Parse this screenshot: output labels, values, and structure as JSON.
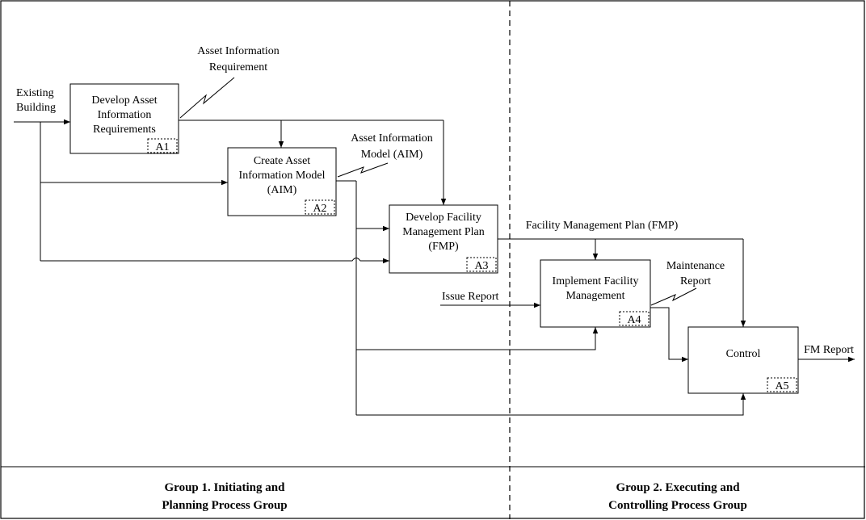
{
  "diagram": {
    "inputs": {
      "existing_building": [
        "Existing",
        "Building"
      ],
      "issue_report": "Issue Report"
    },
    "boxes": [
      {
        "id": "A1",
        "label_lines": [
          "Develop Asset",
          "Information",
          "Requirements"
        ],
        "tag": "A1"
      },
      {
        "id": "A2",
        "label_lines": [
          "Create Asset",
          "Information Model",
          "(AIM)"
        ],
        "tag": "A2"
      },
      {
        "id": "A3",
        "label_lines": [
          "Develop Facility",
          "Management Plan",
          "(FMP)"
        ],
        "tag": "A3"
      },
      {
        "id": "A4",
        "label_lines": [
          "Implement Facility",
          "Management"
        ],
        "tag": "A4"
      },
      {
        "id": "A5",
        "label_lines": [
          "Control"
        ],
        "tag": "A5"
      }
    ],
    "annotations": {
      "air": [
        "Asset Information",
        "Requirement"
      ],
      "aim": [
        "Asset Information",
        "Model (AIM)"
      ],
      "fmp": "Facility Management Plan (FMP)",
      "maintenance": [
        "Maintenance",
        "Report"
      ]
    },
    "outputs": {
      "fm_report": "FM Report"
    },
    "groups": [
      {
        "lines": [
          "Group 1. Initiating and",
          "Planning Process Group"
        ]
      },
      {
        "lines": [
          "Group 2. Executing and",
          "Controlling Process Group"
        ]
      }
    ]
  }
}
